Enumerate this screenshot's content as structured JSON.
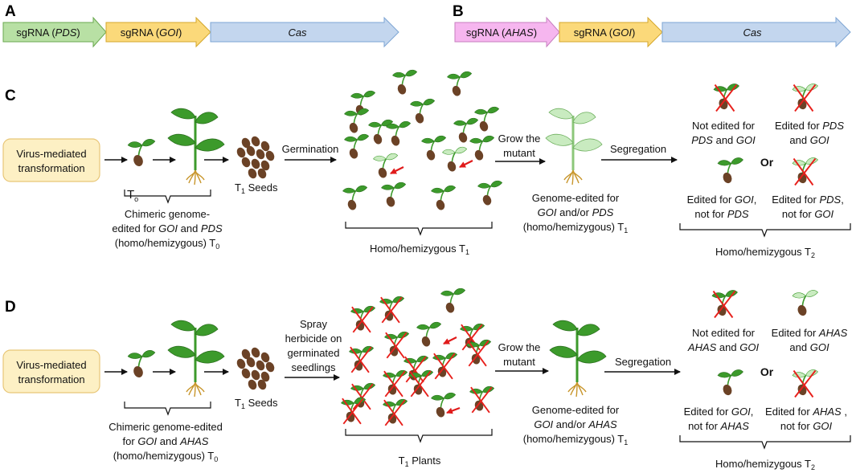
{
  "panels": {
    "a": "A",
    "b": "B",
    "c": "C",
    "d": "D"
  },
  "constructs": {
    "a": [
      {
        "pre": "sgRNA (",
        "gene": "PDS",
        "post": ")",
        "color": "#b8e0a4"
      },
      {
        "pre": "sgRNA (",
        "gene": "GOI",
        "post": ")",
        "color": "#fbd97a"
      },
      {
        "pre": "",
        "gene": "Cas",
        "post": "",
        "color": "#c3d6ee"
      }
    ],
    "b": [
      {
        "pre": "sgRNA (",
        "gene": "AHAS",
        "post": ")",
        "color": "#f6b6ef"
      },
      {
        "pre": "sgRNA (",
        "gene": "GOI",
        "post": ")",
        "color": "#fbd97a"
      },
      {
        "pre": "",
        "gene": "Cas",
        "post": "",
        "color": "#c3d6ee"
      }
    ]
  },
  "panel_c": {
    "start_box": [
      "Virus-mediated",
      "transformation"
    ],
    "t0_label": "T",
    "t0_sub": "o",
    "seeds_label": {
      "prefix": "T",
      "sub": "1",
      "suffix": " Seeds"
    },
    "chimeric": {
      "line1": "Chimeric genome-",
      "line2_a": "edited for ",
      "line2_b": "GOI",
      "line2_c": " and ",
      "line2_d": "PDS",
      "line3": "(homo/hemizygous) T",
      "line3_sub": "0"
    },
    "germination": "Germination",
    "field_label": {
      "text": "Homo/hemizygous T",
      "sub": "1"
    },
    "grow": [
      "Grow the",
      "mutant"
    ],
    "mutant": {
      "line1": "Genome-edited for",
      "line2_a": "GOI",
      "line2_b": " and/or ",
      "line2_c": "PDS",
      "line3": "(homo/hemizygous) T",
      "line3_sub": "1"
    },
    "segregation": "Segregation",
    "outcomes": {
      "tl": {
        "l1": "Not edited for",
        "l2_a": "PDS",
        "l2_b": " and ",
        "l2_c": "GOI"
      },
      "tr": {
        "l1_a": "Edited for ",
        "l1_b": "PDS",
        "l2_a": "and ",
        "l2_b": "GOI"
      },
      "bl": {
        "l1_a": "Edited for ",
        "l1_b": "GOI",
        "l1_c": ",",
        "l2_a": "not for ",
        "l2_b": "PDS"
      },
      "br": {
        "l1_a": "Edited for ",
        "l1_b": "PDS",
        "l1_c": ",",
        "l2_a": "not for ",
        "l2_b": "GOI"
      }
    },
    "or": "Or",
    "t2_label": {
      "text": "Homo/hemizygous T",
      "sub": "2"
    }
  },
  "panel_d": {
    "start_box": [
      "Virus-mediated",
      "transformation"
    ],
    "seeds_label": {
      "prefix": "T",
      "sub": "1",
      "suffix": " Seeds"
    },
    "chimeric": {
      "line1": "Chimeric genome-edited",
      "line2_a": "for ",
      "line2_b": "GOI",
      "line2_c": " and ",
      "line2_d": "AHAS",
      "line3": "(homo/hemizygous) T",
      "line3_sub": "0"
    },
    "spray": [
      "Spray",
      "herbicide on",
      "germinated",
      "seedlings"
    ],
    "field_label": {
      "prefix": "T",
      "sub": "1",
      "suffix": " Plants"
    },
    "grow": [
      "Grow the",
      "mutant"
    ],
    "mutant": {
      "line1": "Genome-edited for",
      "line2_a": "GOI",
      "line2_b": " and/or ",
      "line2_c": "AHAS",
      "line3": "(homo/hemizygous) T",
      "line3_sub": "1"
    },
    "segregation": "Segregation",
    "outcomes": {
      "tl": {
        "l1": "Not edited for",
        "l2_a": "AHAS",
        "l2_b": " and ",
        "l2_c": "GOI"
      },
      "tr": {
        "l1_a": "Edited for ",
        "l1_b": "AHAS",
        "l2_a": "and ",
        "l2_b": "GOI"
      },
      "bl": {
        "l1_a": "Edited for ",
        "l1_b": "GOI",
        "l1_c": ",",
        "l2_a": "not for ",
        "l2_b": "AHAS"
      },
      "br": {
        "l1_a": "Edited for ",
        "l1_b": "AHAS",
        "l1_c": " ,",
        "l2_a": "not for ",
        "l2_b": "GOI"
      }
    },
    "or": "Or",
    "t2_label": {
      "text": "Homo/hemizygous T",
      "sub": "2"
    }
  },
  "colors": {
    "leaf": "#3c9a2b",
    "leaf_pale": "#c9ebc0",
    "seed": "#6b4226",
    "root": "#c8962c",
    "start_box": "#fdf0c4",
    "start_box_stroke": "#e8c677",
    "cross": "#e8201c",
    "arrow_red": "#e01b1b"
  }
}
